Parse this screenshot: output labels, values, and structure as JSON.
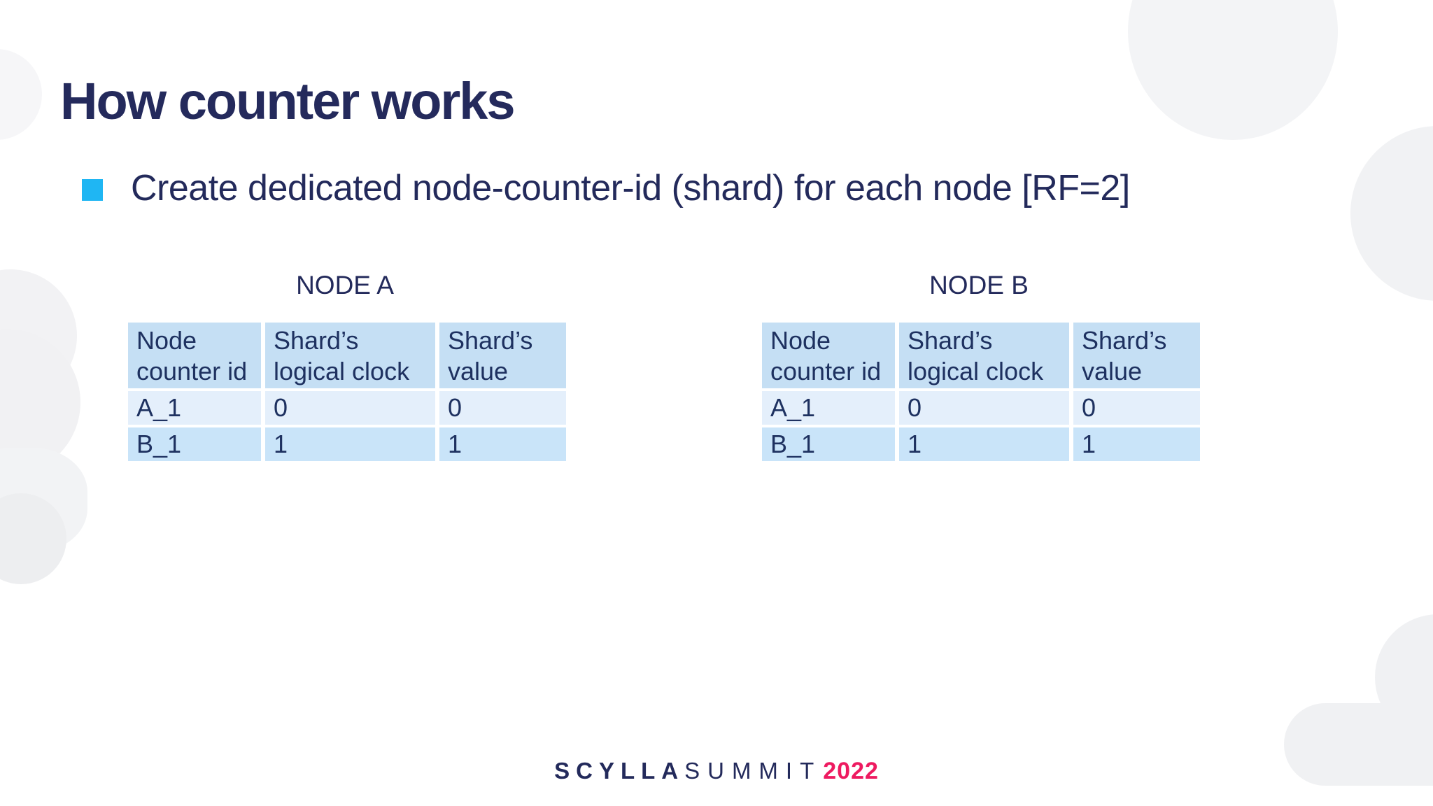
{
  "slide": {
    "title": "How counter works",
    "bullet": "Create dedicated node-counter-id (shard) for each node [RF=2]"
  },
  "tables": [
    {
      "title": "NODE A",
      "headers": [
        "Node counter id",
        "Shard’s logical clock",
        "Shard’s value"
      ],
      "rows": [
        [
          "A_1",
          "0",
          "0"
        ],
        [
          "B_1",
          "1",
          "1"
        ]
      ]
    },
    {
      "title": "NODE B",
      "headers": [
        "Node counter id",
        "Shard’s logical clock",
        "Shard’s value"
      ],
      "rows": [
        [
          "A_1",
          "0",
          "0"
        ],
        [
          "B_1",
          "1",
          "1"
        ]
      ]
    }
  ],
  "footer": {
    "brand": "SCYLLA",
    "event": "SUMMIT",
    "year": "2022"
  },
  "colors": {
    "navy": "#232A5B",
    "table_text": "#1E3160",
    "bullet_accent": "#1FB6F3",
    "year_pink": "#EE1A60",
    "table_header_bg": "#C5DFF4",
    "table_row_light_bg": "#E4EFFB",
    "table_row_blue_bg": "#C9E4F9",
    "blob_gray": "#F1F2F4"
  }
}
